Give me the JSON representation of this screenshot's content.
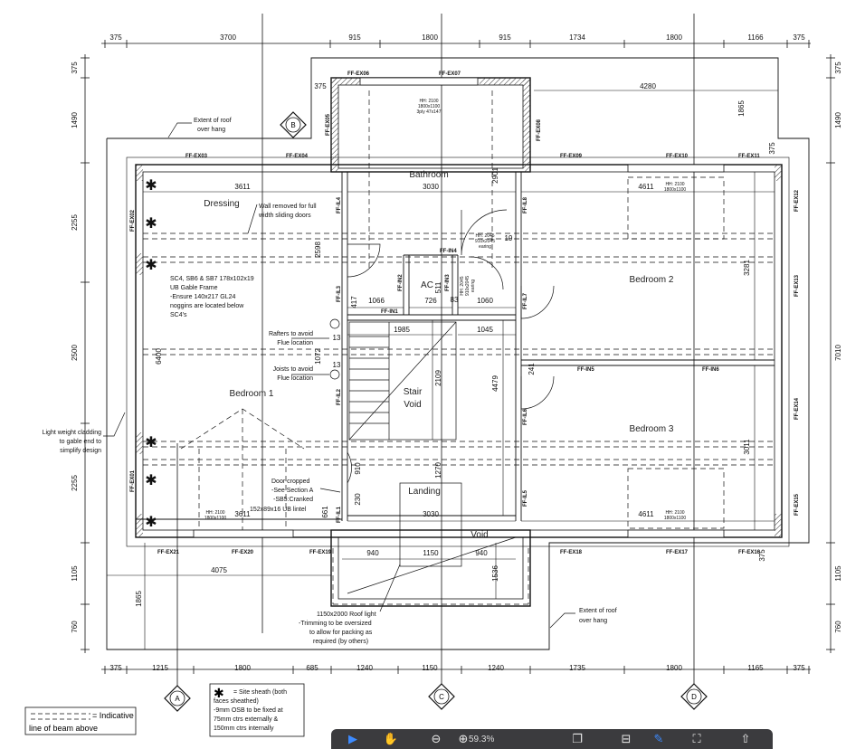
{
  "dims_top": [
    "375",
    "3700",
    "915",
    "1800",
    "915",
    "1734",
    "1800",
    "1166",
    "375"
  ],
  "dims_bottom": [
    "375",
    "1215",
    "1800",
    "685",
    "1240",
    "1150",
    "1240",
    "1735",
    "1800",
    "1165",
    "375"
  ],
  "dims_left": [
    "375",
    "1490",
    "2255",
    "2500",
    "2255",
    "1105",
    "760"
  ],
  "dims_right": [
    "375",
    "1490",
    "7010",
    "1105",
    "760"
  ],
  "inner_dims": {
    "d375a": "375",
    "d4280": "4280",
    "d1865r": "1865",
    "d375b": "375",
    "d3611a": "3611",
    "d3030a": "3030",
    "d2901": "2901",
    "d4611a": "4611",
    "d2598": "2598",
    "d3281": "3281",
    "d1066": "1066",
    "d726": "726",
    "d1060": "1060",
    "d1985": "1985",
    "d1045": "1045",
    "d1072": "1072",
    "d13a": "13",
    "d13b": "13",
    "d2109": "2109",
    "d4479": "4479",
    "d241": "241",
    "d6400": "6400",
    "d3011": "3011",
    "d910": "910",
    "d1270": "1270",
    "d230": "230",
    "d661": "661",
    "d3611b": "3611",
    "d3030b": "3030",
    "d4611b": "4611",
    "d940a": "940",
    "d1150": "1150",
    "d940b": "940",
    "d1536": "1536",
    "d4075": "4075",
    "d1865l": "1865",
    "d375c": "375",
    "d417": "417",
    "d511": "511",
    "d83": "83",
    "d19": "19"
  },
  "rooms": {
    "bathroom": "Bathroom",
    "dressing": "Dressing",
    "bedroom1": "Bedroom 1",
    "bedroom2": "Bedroom 2",
    "bedroom3": "Bedroom 3",
    "ac": "AC",
    "stair1": "Stair",
    "stair2": "Void",
    "landing": "Landing",
    "void": "Void"
  },
  "tags": {
    "ex01": "FF-EX01",
    "ex02": "FF-EX02",
    "ex03": "FF-EX03",
    "ex04": "FF-EX04",
    "ex05": "FF-EX05",
    "ex06": "FF-EX06",
    "ex07": "FF-EX07",
    "ex08": "FF-EX08",
    "ex09": "FF-EX09",
    "ex10": "FF-EX10",
    "ex11": "FF-EX11",
    "ex12": "FF-EX12",
    "ex13": "FF-EX13",
    "ex14": "FF-EX14",
    "ex15": "FF-EX15",
    "ex16": "FF-EX16",
    "ex17": "FF-EX17",
    "ex18": "FF-EX18",
    "ex19": "FF-EX19",
    "ex20": "FF-EX20",
    "ex21": "FF-EX21",
    "il1": "FF-IL1",
    "il2": "FF-IL2",
    "il3": "FF-IL3",
    "il4": "FF-IL4",
    "il5": "FF-IL5",
    "il6": "FF-IL6",
    "il7": "FF-IL7",
    "il8": "FF-IL8",
    "in1": "FF-IN1",
    "in2": "FF-IN2",
    "in3": "FF-IN3",
    "in4": "FF-IN4",
    "in5": "FF-IN5",
    "in6": "FF-IN6"
  },
  "windows": {
    "w1a": "HH: 2100",
    "w1b": "1800x1100",
    "w1c": "3ply 47x147",
    "w2a": "HH: 2100",
    "w2b": "1800x1100",
    "w3a": "HH: 2100",
    "w3b": "1800x1100",
    "w4a": "HH: 2100",
    "w4b": "1800x1100"
  },
  "doors": {
    "d1a": "HH: 2045",
    "d1b": "910x2045",
    "d1c": "earing",
    "d2a": "HH: 2045",
    "d2b": "910x2045",
    "d2c": "earing"
  },
  "grid": {
    "a": "A",
    "b": "B",
    "c": "C",
    "d": "D"
  },
  "notes": {
    "roof1": [
      "Extent of roof",
      "over hang"
    ],
    "roof2": [
      "Extent of roof",
      "over hang"
    ],
    "wallRemoved": [
      "Wall removed for full",
      "width sliding doors"
    ],
    "gable": [
      "SC4, SB6 & SB7 178x102x19",
      "UB Gable Frame",
      "-Ensure 140x217 GL24",
      "noggins are located below",
      "SC4's"
    ],
    "rafters": [
      "Rafters to avoid",
      "Flue location"
    ],
    "joists": [
      "Joists to avoid",
      "Flue location"
    ],
    "cladding": [
      "Light weight cladding",
      "to gable end to",
      "simplify design"
    ],
    "door": [
      "Door cropped",
      "-See Section A",
      "-SB5:Cranked",
      "152x89x16 UB lintel"
    ],
    "rooflight": [
      "1150x2000 Roof light",
      "-Trimming to be oversized",
      "to allow for packing as",
      "required (by others)"
    ],
    "legendSheath": [
      "= Site sheath (both",
      "faces sheathed)",
      "-9mm OSB to be fixed at",
      "75mm ctrs externally &",
      "150mm ctrs internally"
    ],
    "legendBeam": [
      "= Indicative",
      "line of beam above"
    ]
  },
  "toolbar": {
    "zoom": "59.3%",
    "icons": [
      "cursor-icon",
      "hand-icon",
      "zoom-out-icon",
      "zoom-in-icon",
      "page-icon",
      "fit-width-icon",
      "annotate-icon",
      "fullscreen-icon",
      "share-icon"
    ]
  },
  "colors": {
    "toolbar_bg": "#3b3b3e",
    "accent": "#3d8bff"
  }
}
